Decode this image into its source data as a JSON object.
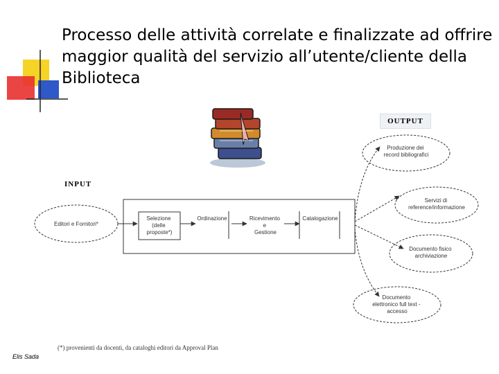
{
  "title": {
    "line1": "Processo delle attività correlate e finalizzate  ad offrire",
    "line2": "maggior qualità del servizio all’utente/cliente della",
    "line3": "Biblioteca"
  },
  "labels": {
    "input": "INPUT",
    "output": "OUTPUT"
  },
  "input_node": "Editori e Fornitori*",
  "process_steps": [
    [
      "Selezione",
      "(delle",
      "proposte*)"
    ],
    [
      "Ordinazione"
    ],
    [
      "Ricevimento",
      "e",
      "Gestione"
    ],
    [
      "Catalogazione"
    ]
  ],
  "outputs": [
    [
      "Produzione dei",
      "record bibliografici"
    ],
    [
      "Servizi di",
      "reference/informazione"
    ],
    [
      "Documento fisico",
      "archiviazione"
    ],
    [
      "Documento",
      "elettronico full text -",
      "accesso"
    ]
  ],
  "footnote": "(*) provenienti da docenti, da cataloghi editori da Approval Plan",
  "author": "Elis Sada",
  "colors": {
    "logo_yellow": "#f5d327",
    "logo_red": "#e8312f",
    "logo_blue": "#2f58c8",
    "diagram_line": "#333333"
  }
}
